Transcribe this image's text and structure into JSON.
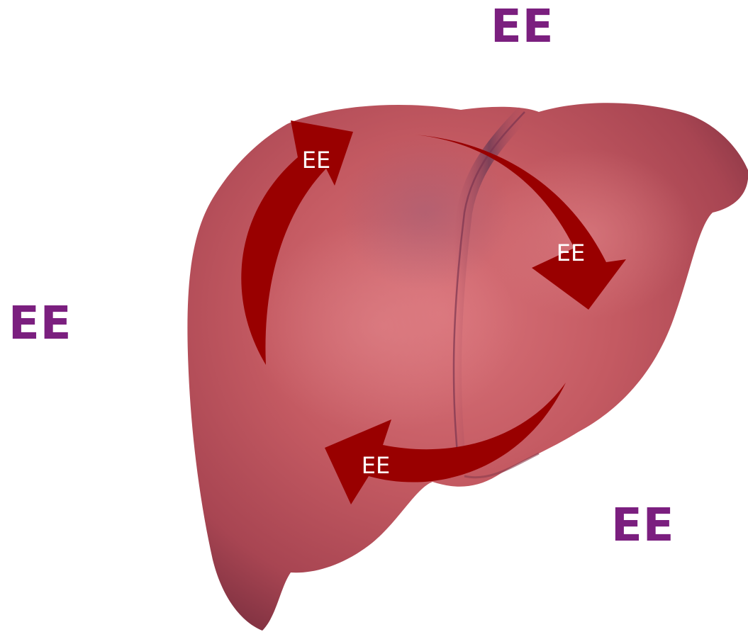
{
  "labels": {
    "top": "EE",
    "left": "EE",
    "bottom_right": "EE"
  },
  "arrows": [
    {
      "label": "EE"
    },
    {
      "label": "EE"
    },
    {
      "label": "EE"
    }
  ],
  "colors": {
    "label_purple": "#7b1f7f",
    "arrow_red": "#990000",
    "organ_base": "#c45a62"
  },
  "icons": {
    "organ": "liver-illustration"
  }
}
